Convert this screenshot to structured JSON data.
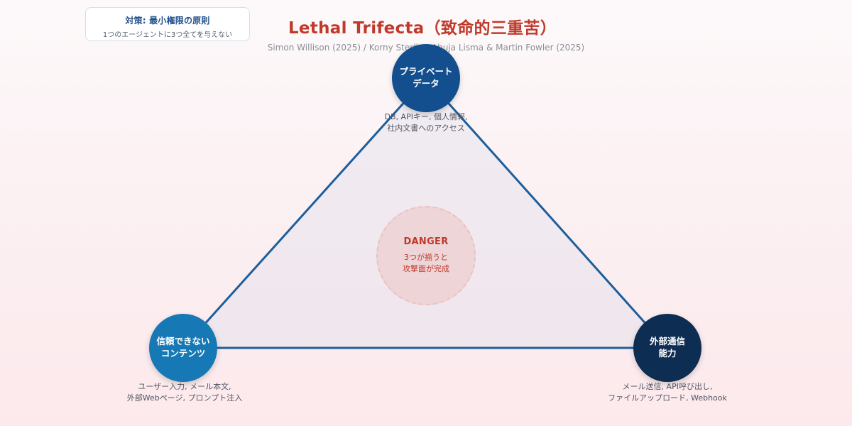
{
  "policy": {
    "title": "対策: 最小権限の原則",
    "description": "1つのエージェントに3つ全てを与えない"
  },
  "header": {
    "title": "Lethal Trifecta（致命的三重苦）",
    "subtitle": "Simon Willison (2025) / Korny Sterling Ahuja Lisma & Martin Fowler (2025)"
  },
  "nodes": {
    "private_data": {
      "label_line1": "プライベート",
      "label_line2": "データ",
      "desc_line1": "DB, APIキー, 個人情報,",
      "desc_line2": "社内文書へのアクセス"
    },
    "untrusted_content": {
      "label_line1": "信頼できない",
      "label_line2": "コンテンツ",
      "desc_line1": "ユーザー入力, メール本文,",
      "desc_line2": "外部Webページ, プロンプト注入"
    },
    "external_comm": {
      "label_line1": "外部通信",
      "label_line2": "能力",
      "desc_line1": "メール送信, API呼び出し,",
      "desc_line2": "ファイルアップロード, Webhook"
    }
  },
  "danger": {
    "title": "DANGER",
    "line1": "3つが揃うと",
    "line2": "攻撃面が完成"
  },
  "colors": {
    "title_red": "#c0392b",
    "edge_blue": "#1c5f9c",
    "node_private": "#134e8e",
    "node_untrusted": "#1679b5",
    "node_external": "#0e2d52"
  }
}
